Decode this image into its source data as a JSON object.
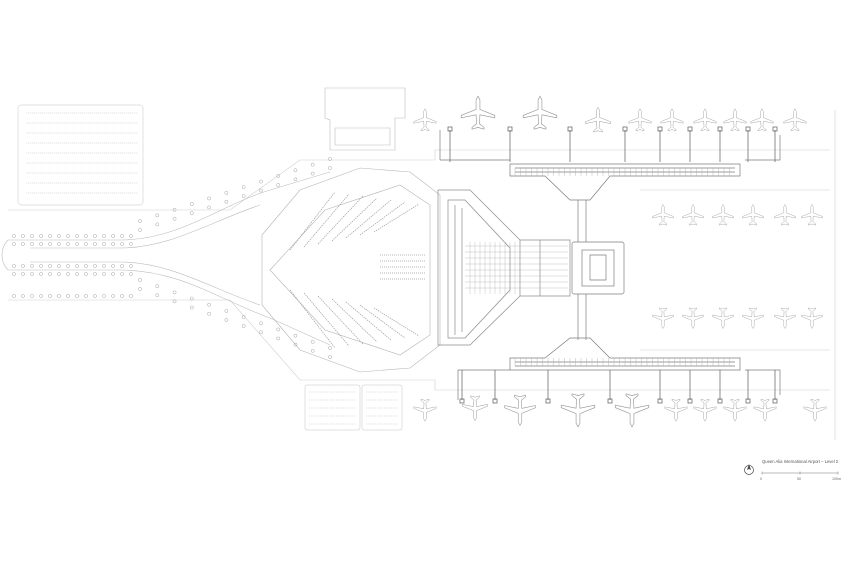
{
  "legend": {
    "title": "Queen Alia International Airport – Level 2",
    "north_label": "N",
    "scale_ticks": [
      "0",
      "50",
      "100m"
    ]
  },
  "colors": {
    "background": "#ffffff",
    "line": "#b9b9b9",
    "line_dark": "#8a8a8a",
    "ink": "#4a4a4a"
  }
}
